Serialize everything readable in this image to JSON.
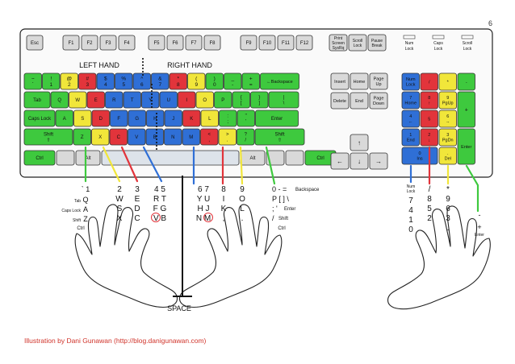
{
  "page_number": "6",
  "credit": "Illustration by Dani Gunawan (http://blog.danigunawan.com)",
  "labels": {
    "left_hand": "LEFT HAND",
    "right_hand": "RIGHT HAND",
    "space": "SPACE"
  },
  "colors": {
    "pinky": "#3ec93e",
    "ring": "#f1e63a",
    "middle": "#e2343b",
    "index_left": "#2f6fd6",
    "index_right": "#2f6fd6",
    "thumb": "#dde3ea",
    "gray": "#d9d9d9"
  },
  "function_row": [
    "Esc",
    "F1",
    "F2",
    "F3",
    "F4",
    "F5",
    "F6",
    "F7",
    "F8",
    "F9",
    "F10",
    "F11",
    "F12"
  ],
  "system_keys": [
    [
      "Print",
      "Screen",
      "SysRq"
    ],
    [
      "Scroll",
      "Lock"
    ],
    [
      "Pause",
      "Break"
    ]
  ],
  "indicators": [
    [
      "Num",
      "Lock"
    ],
    [
      "Caps",
      "Lock"
    ],
    [
      "Scroll",
      "Lock"
    ]
  ],
  "rows": {
    "number": [
      {
        "top": "~",
        "bottom": "`"
      },
      {
        "top": "!",
        "bottom": "1"
      },
      {
        "top": "@",
        "bottom": "2"
      },
      {
        "top": "#",
        "bottom": "3"
      },
      {
        "top": "$",
        "bottom": "4"
      },
      {
        "top": "%",
        "bottom": "5"
      },
      {
        "top": "^",
        "bottom": "6"
      },
      {
        "top": "&",
        "bottom": "7"
      },
      {
        "top": "*",
        "bottom": "8"
      },
      {
        "top": "(",
        "bottom": "9"
      },
      {
        "top": ")",
        "bottom": "0"
      },
      {
        "top": "_",
        "bottom": "-"
      },
      {
        "top": "+",
        "bottom": "="
      },
      {
        "top": "←Backspace",
        "bottom": ""
      }
    ],
    "qwerty": [
      "Tab",
      "Q",
      "W",
      "E",
      "R",
      "T",
      "Y",
      "U",
      "I",
      "O",
      "P",
      "{ [",
      "} ]",
      "| \\"
    ],
    "home": [
      "Caps Lock",
      "A",
      "S",
      "D",
      "F",
      "G",
      "H",
      "J",
      "K",
      "L",
      ": ;",
      "\" '",
      "Enter"
    ],
    "shift": [
      "Shift",
      "Z",
      "X",
      "C",
      "V",
      "B",
      "N",
      "M",
      "< ,",
      "> .",
      "? /",
      "Shift"
    ],
    "bottom": [
      "Ctrl",
      "",
      "Alt",
      "",
      "Alt",
      "",
      "",
      "Ctrl"
    ]
  },
  "nav_keys": [
    [
      "Insert",
      "Home",
      [
        "Page",
        "Up"
      ]
    ],
    [
      "Delete",
      "End",
      [
        "Page",
        "Down"
      ]
    ]
  ],
  "arrows": [
    "↑",
    "←",
    "↓",
    "→"
  ],
  "numpad": [
    [
      [
        "Num",
        "Lock"
      ],
      "/",
      "*",
      "-"
    ],
    [
      [
        "7",
        "Home"
      ],
      [
        "8",
        "↑"
      ],
      [
        "9",
        "PgUp"
      ],
      "+"
    ],
    [
      [
        "4",
        "←"
      ],
      "5",
      [
        "6",
        "→"
      ]
    ],
    [
      [
        "1",
        "End"
      ],
      [
        "2",
        "↓"
      ],
      [
        "3",
        "PgDn"
      ],
      "Enter"
    ],
    [
      [
        "0",
        "Ins"
      ],
      [
        ".",
        "Del"
      ]
    ]
  ],
  "left_hand_keys": {
    "pinky": [
      "` 1",
      "Tab Q",
      "Caps Lock A",
      "Shift Z",
      "Ctrl"
    ],
    "ring": [
      "2",
      "W",
      "S",
      "X"
    ],
    "middle": [
      "3",
      "E",
      "D",
      "C"
    ],
    "index": [
      "4 5",
      "R T",
      "F G",
      "V B"
    ]
  },
  "right_hand_keys": {
    "index": [
      "6 7",
      "Y U",
      "H J",
      "N M"
    ],
    "middle": [
      "8",
      "I",
      "K",
      ","
    ],
    "ring": [
      "9",
      "O",
      "L",
      "."
    ],
    "pinky": [
      "0 - = Backspace",
      "P [ ] \\",
      "; ' Enter",
      "/ Shift",
      "Ctrl"
    ]
  },
  "numpad_hand_keys": {
    "index": [
      "Num Lock",
      "7",
      "4",
      "1",
      "0"
    ],
    "middle": [
      "/",
      "8",
      "5",
      "2"
    ],
    "ring": [
      "*",
      "9",
      "6",
      "3",
      "."
    ],
    "pinky": [
      "-",
      "+",
      "Enter"
    ]
  }
}
